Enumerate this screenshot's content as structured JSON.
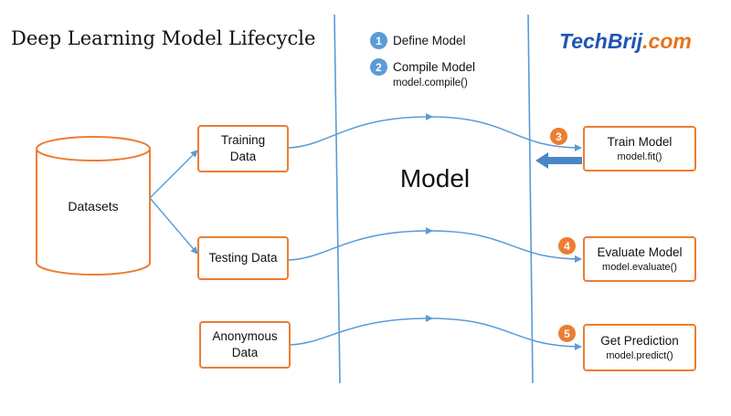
{
  "title": "Deep Learning Model Lifecycle",
  "brand": {
    "part1": "TechBrij",
    "part2": ".com"
  },
  "colors": {
    "orange": "#ed7d31",
    "blue": "#5b9bd5",
    "arrow_blue": "#4a86c6"
  },
  "datasets": "Datasets",
  "inputs": {
    "training": "Training Data",
    "testing": "Testing Data",
    "anonymous": "Anonymous Data"
  },
  "model_label": "Model",
  "steps": {
    "s1": {
      "num": "1",
      "label": "Define Model"
    },
    "s2": {
      "num": "2",
      "label": "Compile Model",
      "code": "model.compile()"
    },
    "s3": {
      "num": "3"
    },
    "s4": {
      "num": "4"
    },
    "s5": {
      "num": "5"
    }
  },
  "outputs": {
    "train": {
      "label": "Train Model",
      "code": "model.fit()"
    },
    "evaluate": {
      "label": "Evaluate Model",
      "code": "model.evaluate()"
    },
    "predict": {
      "label": "Get Prediction",
      "code": "model.predict()"
    }
  }
}
